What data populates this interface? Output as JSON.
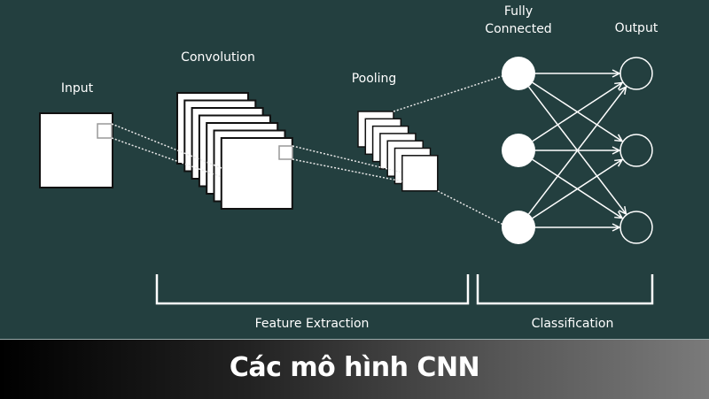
{
  "labels": {
    "input": "Input",
    "convolution": "Convolution",
    "pooling": "Pooling",
    "fully_connected_1": "Fully",
    "fully_connected_2": "Connected",
    "output": "Output",
    "feature_extraction": "Feature Extraction",
    "classification": "Classification"
  },
  "banner": {
    "title": "Các mô hình CNN"
  },
  "colors": {
    "background": "#233f3f",
    "foreground": "#ffffff"
  }
}
